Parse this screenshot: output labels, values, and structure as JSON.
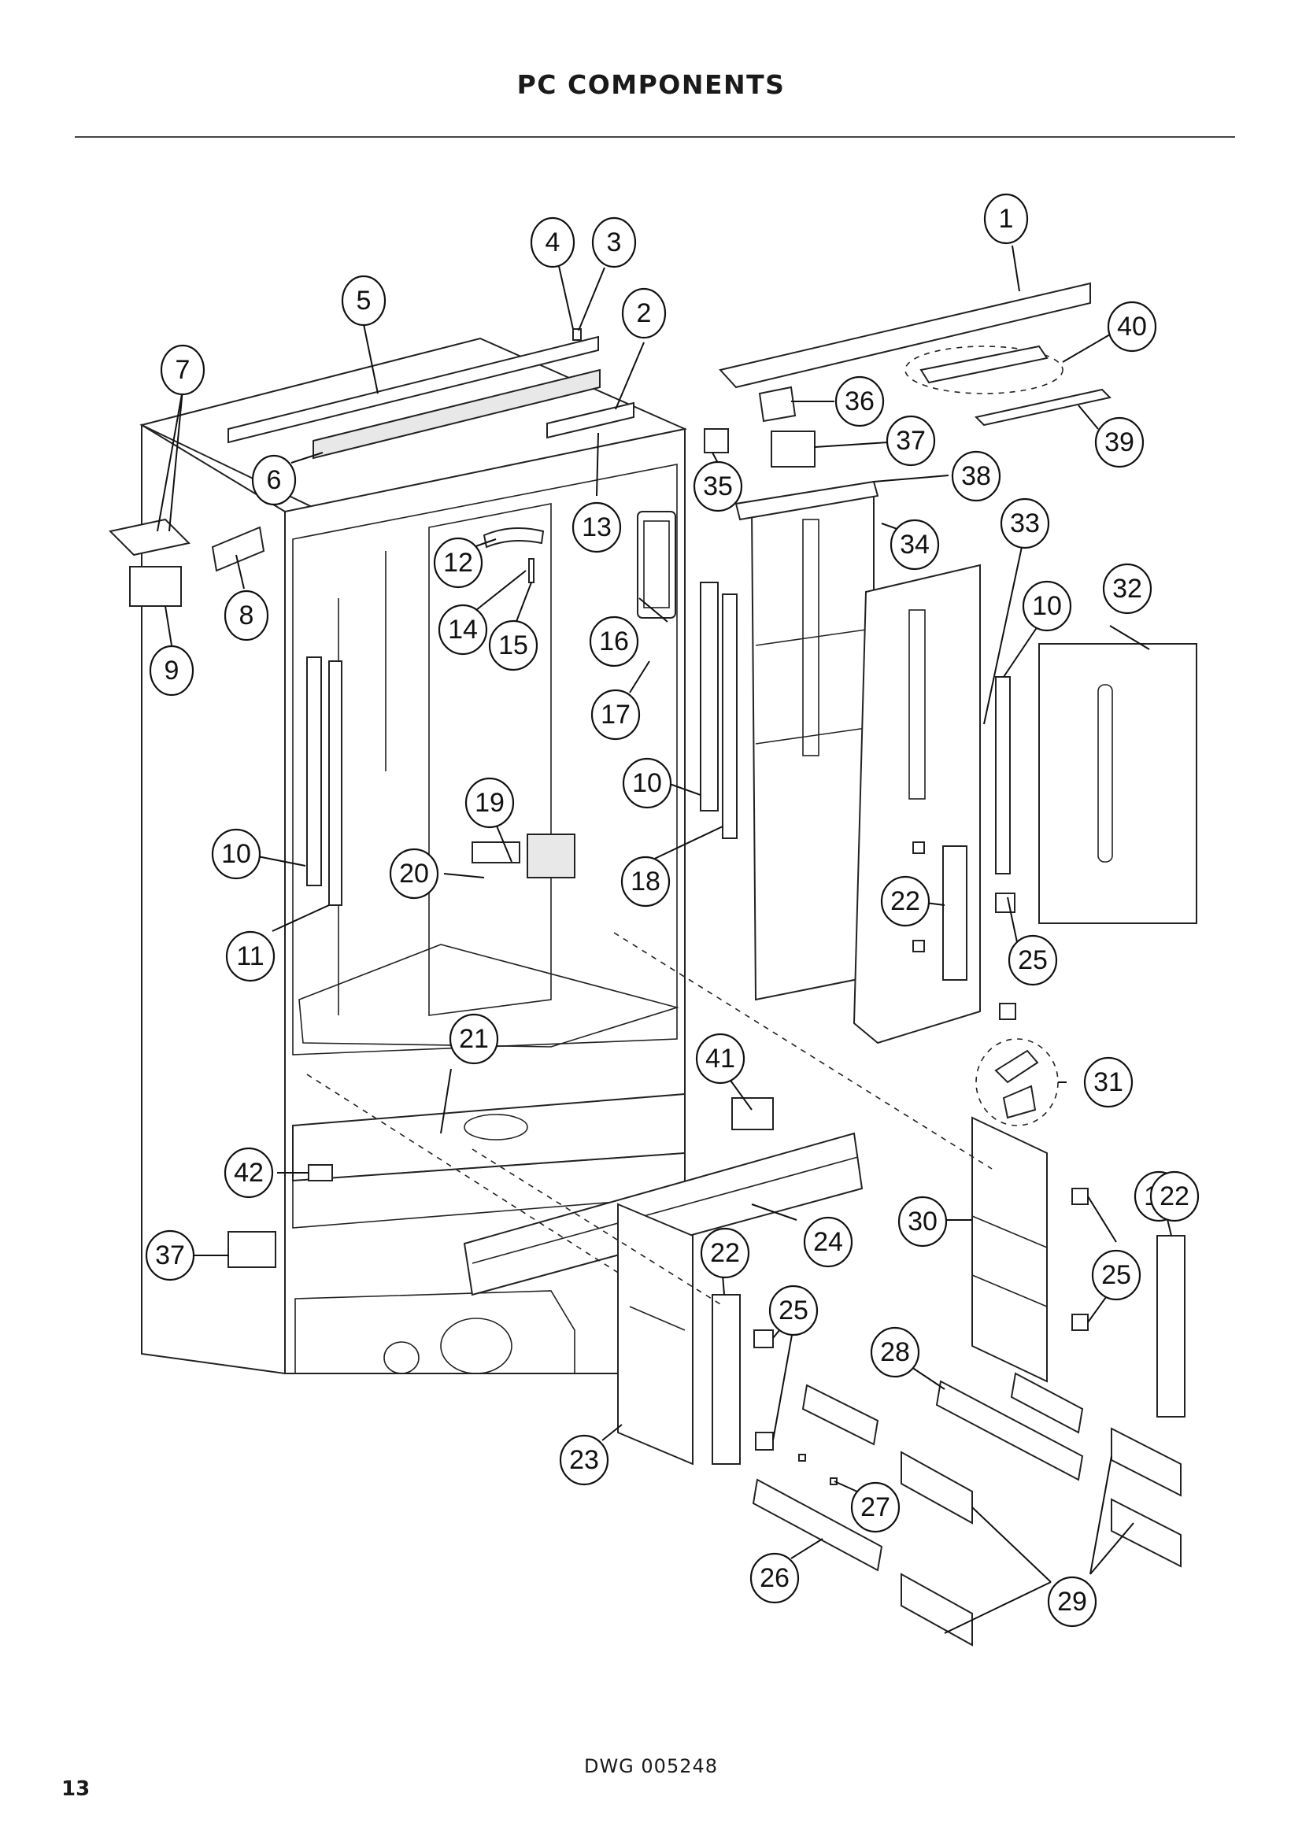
{
  "page": {
    "title": "PC COMPONENTS",
    "drawing_number": "DWG 005248",
    "page_number": "13"
  },
  "callouts": [
    {
      "label": "1"
    },
    {
      "label": "2"
    },
    {
      "label": "3"
    },
    {
      "label": "4"
    },
    {
      "label": "5"
    },
    {
      "label": "6"
    },
    {
      "label": "7"
    },
    {
      "label": "8"
    },
    {
      "label": "9"
    },
    {
      "label": "10"
    },
    {
      "label": "10"
    },
    {
      "label": "10"
    },
    {
      "label": "10"
    },
    {
      "label": "11"
    },
    {
      "label": "12"
    },
    {
      "label": "13"
    },
    {
      "label": "14"
    },
    {
      "label": "15"
    },
    {
      "label": "16"
    },
    {
      "label": "17"
    },
    {
      "label": "18"
    },
    {
      "label": "19"
    },
    {
      "label": "20"
    },
    {
      "label": "21"
    },
    {
      "label": "22"
    },
    {
      "label": "22"
    },
    {
      "label": "22"
    },
    {
      "label": "23"
    },
    {
      "label": "24"
    },
    {
      "label": "25"
    },
    {
      "label": "25"
    },
    {
      "label": "25"
    },
    {
      "label": "26"
    },
    {
      "label": "27"
    },
    {
      "label": "28"
    },
    {
      "label": "29"
    },
    {
      "label": "30"
    },
    {
      "label": "31"
    },
    {
      "label": "32"
    },
    {
      "label": "33"
    },
    {
      "label": "34"
    },
    {
      "label": "35"
    },
    {
      "label": "36"
    },
    {
      "label": "37"
    },
    {
      "label": "37"
    },
    {
      "label": "38"
    },
    {
      "label": "39"
    },
    {
      "label": "40"
    },
    {
      "label": "41"
    },
    {
      "label": "42"
    }
  ]
}
